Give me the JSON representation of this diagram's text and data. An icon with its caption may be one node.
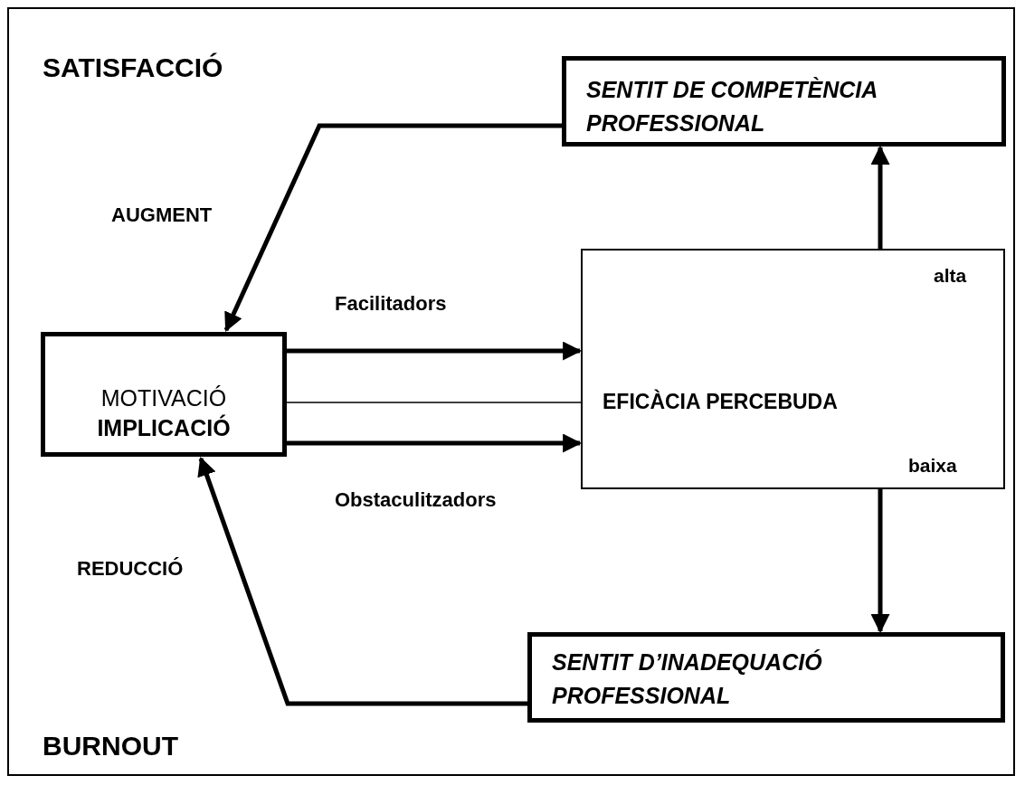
{
  "diagram": {
    "nodes": [
      {
        "text": [
          "SENTIT DE COMPETÈNCIA PROFESSIONAL"
        ]
      },
      {
        "text": [
          "alta",
          "EFICÀCIA PERCEBUDA",
          "baixa"
        ]
      },
      {
        "text": [
          "MOTIVACIÓ **IMPLICACIÓ**"
        ]
      },
      {
        "text": [
          "SENTIT D’INADEQUACIÓ PROFESSIONAL"
        ]
      }
    ],
    "edges": [
      {
        "from": 0,
        "to": 2,
        "arrow": "to",
        "label": "AUGMENT"
      },
      {
        "from": 1,
        "to": 0,
        "arrow": "to"
      },
      {
        "from": 2,
        "to": 1,
        "arrow": "to",
        "label": "Facilitadors"
      },
      {
        "from": 2,
        "to": 1,
        "arrow": "none"
      },
      {
        "from": 2,
        "to": 1,
        "arrow": "to",
        "label": "Obstaculitzadors"
      },
      {
        "from": 1,
        "to": 3,
        "arrow": "to"
      },
      {
        "from": 3,
        "to": 2,
        "arrow": "to",
        "label": "REDUCCIÓ"
      }
    ],
    "labels": [
      "SATISFACCIÓ",
      "BURNOUT"
    ]
  }
}
